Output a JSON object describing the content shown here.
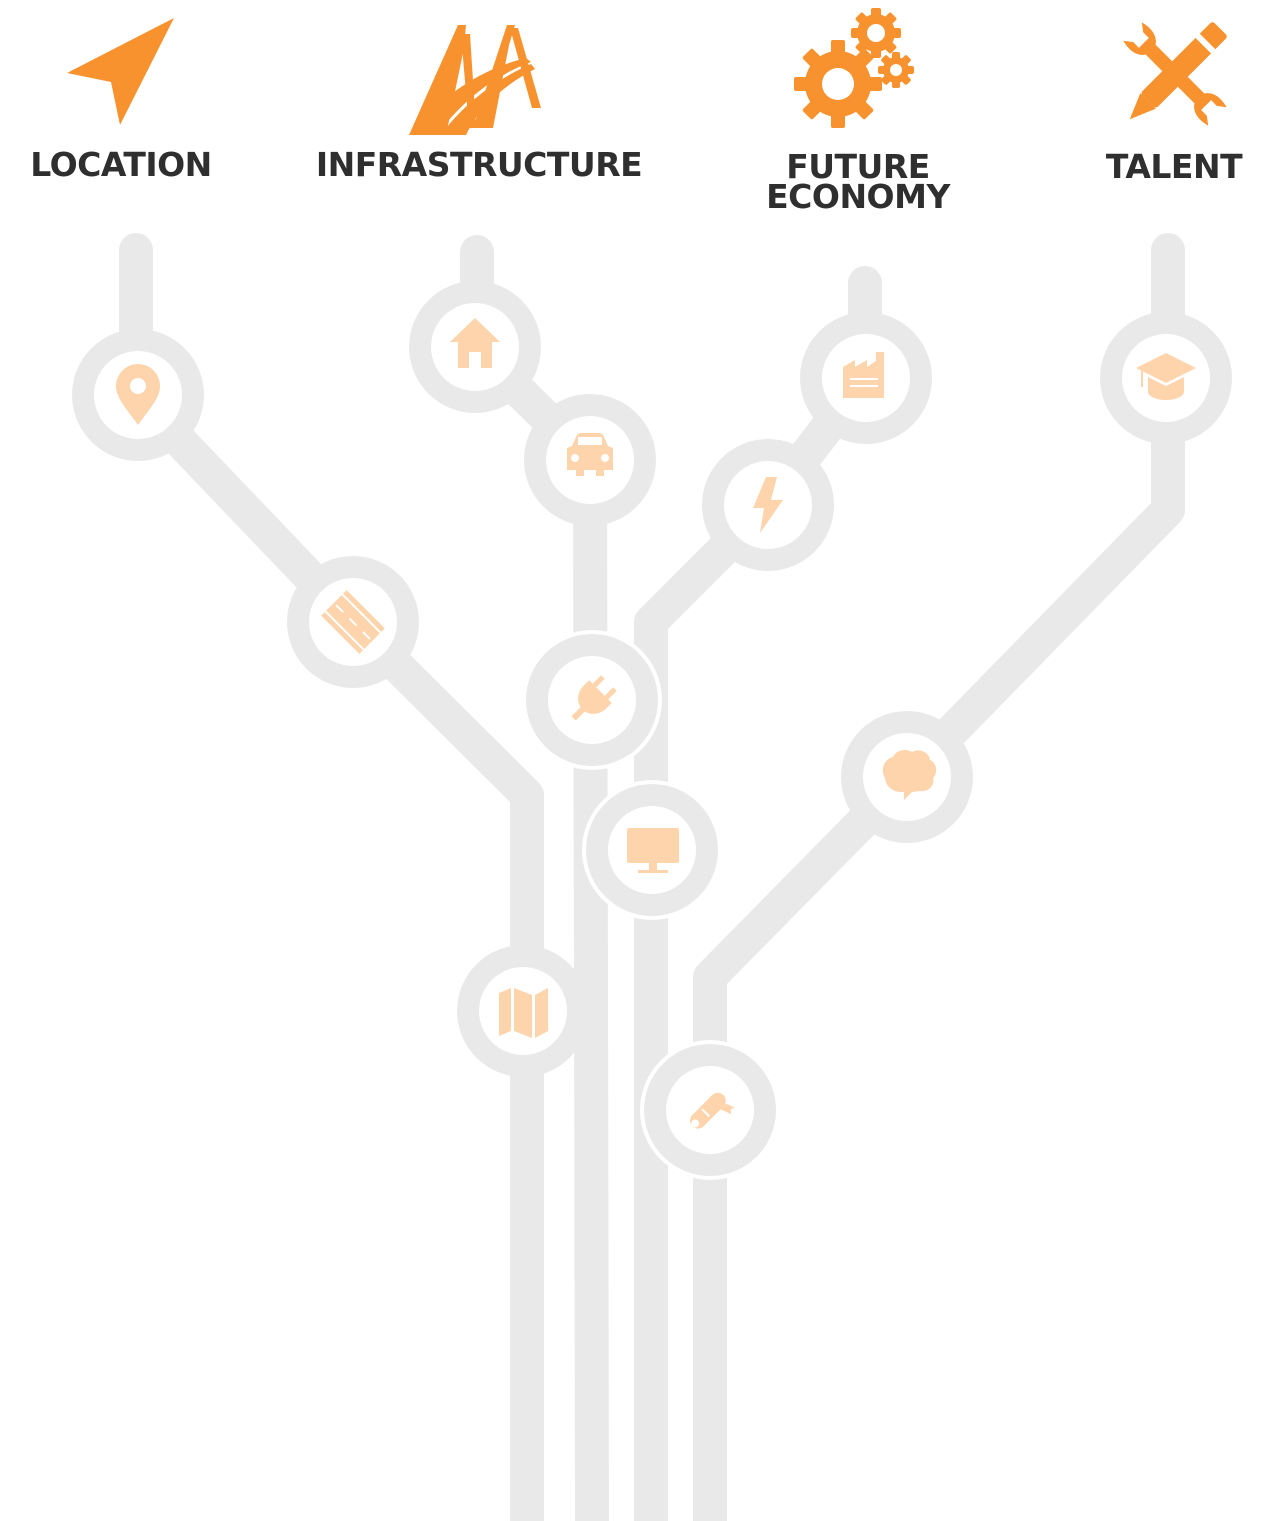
{
  "colors": {
    "accent": "#f7922e",
    "node_icon": "#fdd4ab",
    "track": "#e9e9e9",
    "heading": "#2f2f2f",
    "background": "#ffffff"
  },
  "categories": [
    {
      "id": "location",
      "label": "LOCATION",
      "icon": "navigation-arrow-icon"
    },
    {
      "id": "infrastructure",
      "label": "INFRASTRUCTURE",
      "icon": "bridge-icon"
    },
    {
      "id": "future-economy",
      "label": "FUTURE\nECONOMY",
      "icon": "gears-icon"
    },
    {
      "id": "talent",
      "label": "TALENT",
      "icon": "tools-icon"
    }
  ],
  "nodes": [
    {
      "branch": "location",
      "icon": "map-pin-icon"
    },
    {
      "branch": "location",
      "icon": "road-icon"
    },
    {
      "branch": "location",
      "icon": "map-icon"
    },
    {
      "branch": "infrastructure",
      "icon": "house-icon"
    },
    {
      "branch": "infrastructure",
      "icon": "car-icon"
    },
    {
      "branch": "infrastructure",
      "icon": "plug-icon"
    },
    {
      "branch": "future-economy",
      "icon": "factory-icon"
    },
    {
      "branch": "future-economy",
      "icon": "lightning-icon"
    },
    {
      "branch": "future-economy",
      "icon": "monitor-icon"
    },
    {
      "branch": "talent",
      "icon": "graduation-cap-icon"
    },
    {
      "branch": "talent",
      "icon": "brain-icon"
    },
    {
      "branch": "talent",
      "icon": "diploma-icon"
    }
  ]
}
